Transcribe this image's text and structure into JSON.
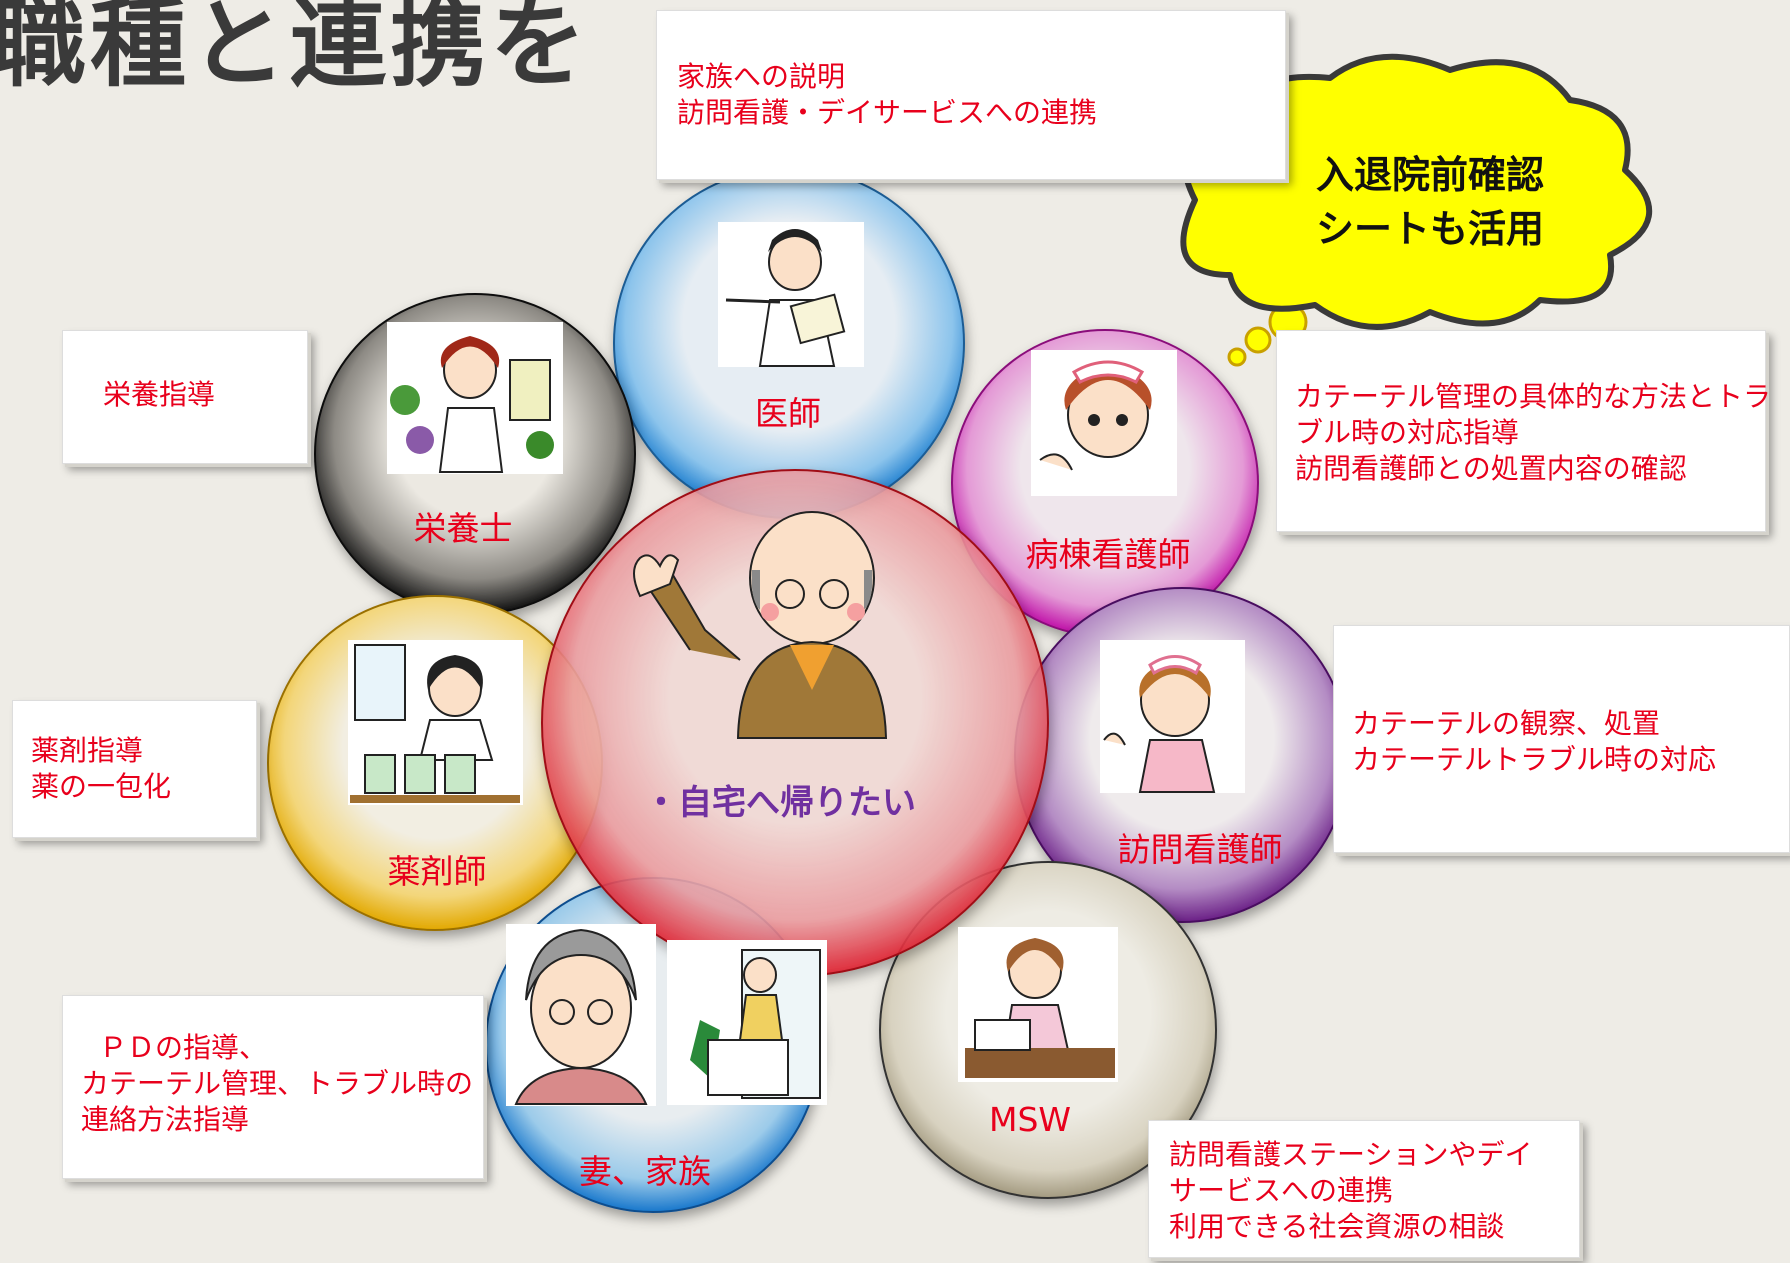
{
  "title": "職種と連携を",
  "center": {
    "label": "・自宅へ帰りたい"
  },
  "roles": {
    "doctor": "医師",
    "nutritionist": "栄養士",
    "ward_nurse": "病棟看護師",
    "visiting_nurse": "訪問看護師",
    "pharmacist": "薬剤師",
    "family": "妻、家族",
    "msw": "MSW"
  },
  "boxes": {
    "doctor": [
      "家族への説明",
      "訪問看護・デイサービスへの連携"
    ],
    "nutritionist": [
      "栄養指導"
    ],
    "ward_nurse": [
      "カテーテル管理の具体的な方法とトラ",
      "ブル時の対応指導",
      "訪問看護師との処置内容の確認"
    ],
    "visiting_nurse": [
      "カテーテルの観察、処置",
      "カテーテルトラブル時の対応"
    ],
    "pharmacist": [
      "薬剤指導",
      "薬の一包化"
    ],
    "family": [
      "ＰＤの指導、",
      "カテーテル管理、トラブル時の",
      "連絡方法指導"
    ],
    "msw": [
      "訪問看護ステーションやデイ",
      "サービスへの連携",
      "利用できる社会資源の相談"
    ]
  },
  "callout": [
    "入退院前確認",
    "シートも活用"
  ],
  "colors": {
    "doctor": "#2e8fd6",
    "nutritionist": "#1a1a1a",
    "ward_nurse": "#d020b0",
    "visiting_nurse": "#7a2890",
    "pharmacist": "#e8b800",
    "family": "#1e7fd0",
    "msw": "#b8b09a",
    "center": "#e83040",
    "callout_fill": "#ffff00",
    "text_red": "#e8001c",
    "center_text": "#7030a0"
  },
  "icons": [
    "doctor-illustration",
    "nutritionist-illustration",
    "ward-nurse-illustration",
    "visiting-nurse-illustration",
    "pharmacist-illustration",
    "wife-illustration",
    "caregiver-illustration",
    "msw-illustration",
    "patient-illustration"
  ]
}
